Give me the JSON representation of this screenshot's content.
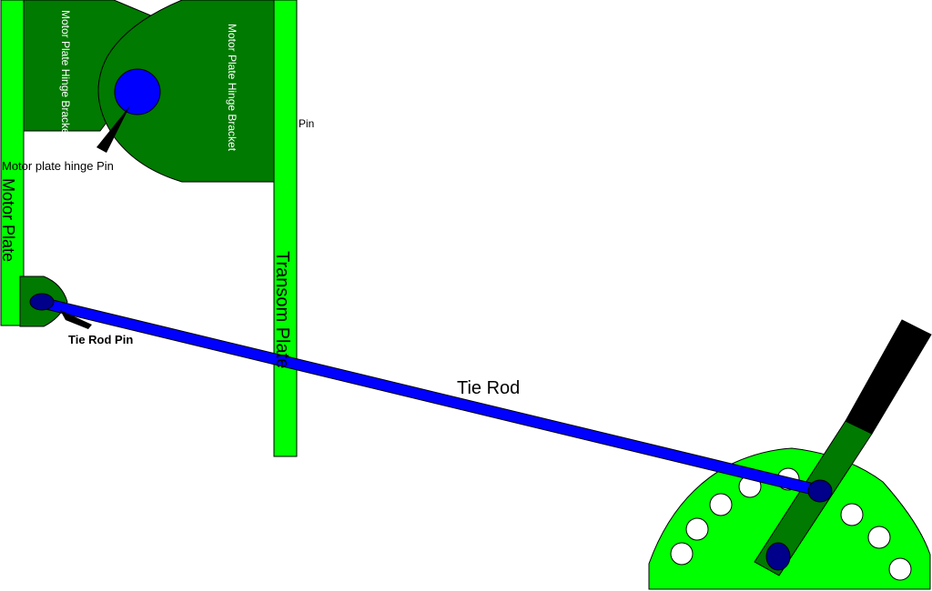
{
  "labels": {
    "motor_plate": "Motor Plate",
    "transom_plate": "Transom Plate",
    "bracket_left": "Motor Plate Hinge Bracket",
    "bracket_right": "Motor Plate Hinge Bracket",
    "pin": "Pin",
    "hinge_pin": "Motor plate hinge Pin",
    "tie_rod_pin": "Tie Rod Pin",
    "tie_rod": "Tie Rod"
  },
  "colors": {
    "plate_green": "#00ff00",
    "bracket_green": "#007a00",
    "rod_blue": "#0000ff",
    "pin_dark_blue": "#00008b",
    "handle_black": "#000000",
    "outline": "#000000"
  },
  "quadrant_hole_count": 10
}
